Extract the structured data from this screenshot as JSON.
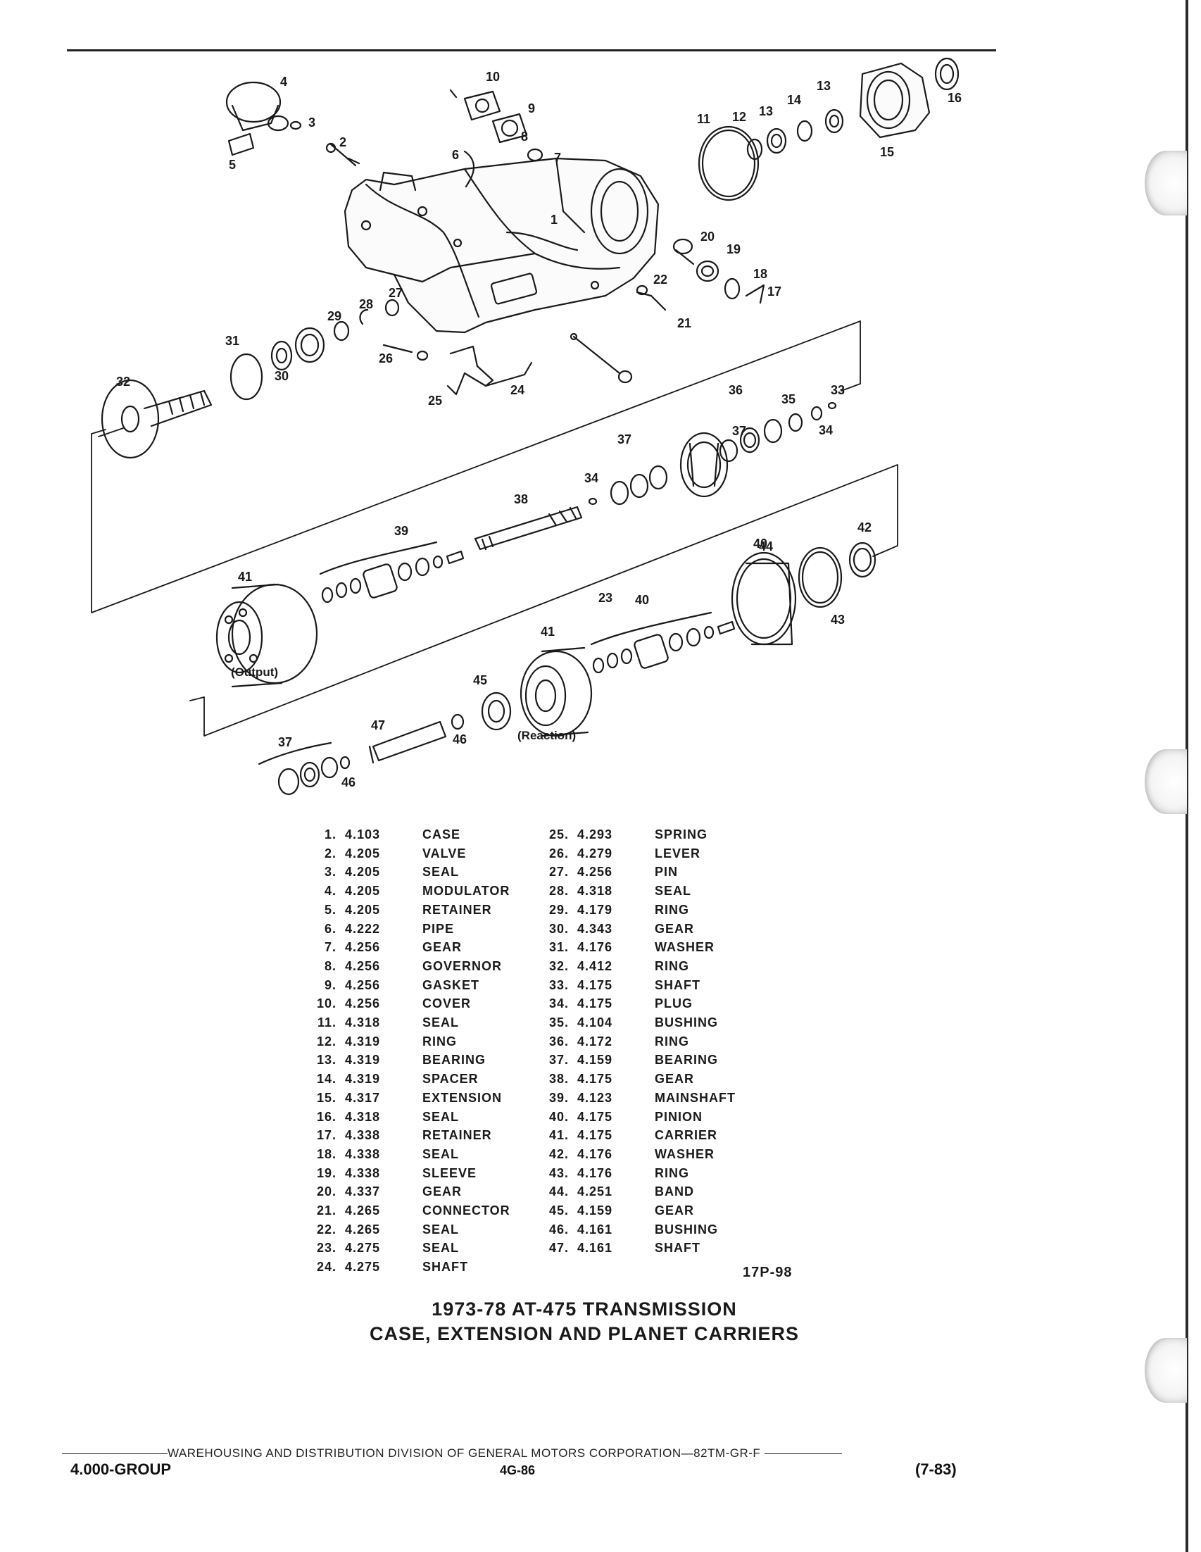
{
  "diagram": {
    "callouts": [
      "1",
      "2",
      "3",
      "4",
      "5",
      "6",
      "7",
      "8",
      "9",
      "10",
      "11",
      "12",
      "13",
      "13",
      "14",
      "15",
      "16",
      "17",
      "18",
      "19",
      "20",
      "21",
      "22",
      "23",
      "24",
      "25",
      "26",
      "27",
      "28",
      "29",
      "30",
      "31",
      "32",
      "33",
      "34",
      "34",
      "35",
      "36",
      "37",
      "37",
      "37",
      "38",
      "39",
      "40",
      "40",
      "41",
      "41",
      "42",
      "43",
      "44",
      "45",
      "46",
      "46",
      "47"
    ],
    "sublabels": {
      "output": "(Output)",
      "reaction": "(Reaction)"
    }
  },
  "parts_left": [
    {
      "no": "1.",
      "code": "4.103",
      "name": "CASE"
    },
    {
      "no": "2.",
      "code": "4.205",
      "name": "VALVE"
    },
    {
      "no": "3.",
      "code": "4.205",
      "name": "SEAL"
    },
    {
      "no": "4.",
      "code": "4.205",
      "name": "MODULATOR"
    },
    {
      "no": "5.",
      "code": "4.205",
      "name": "RETAINER"
    },
    {
      "no": "6.",
      "code": "4.222",
      "name": "PIPE"
    },
    {
      "no": "7.",
      "code": "4.256",
      "name": "GEAR"
    },
    {
      "no": "8.",
      "code": "4.256",
      "name": "GOVERNOR"
    },
    {
      "no": "9.",
      "code": "4.256",
      "name": "GASKET"
    },
    {
      "no": "10.",
      "code": "4.256",
      "name": "COVER"
    },
    {
      "no": "11.",
      "code": "4.318",
      "name": "SEAL"
    },
    {
      "no": "12.",
      "code": "4.319",
      "name": "RING"
    },
    {
      "no": "13.",
      "code": "4.319",
      "name": "BEARING"
    },
    {
      "no": "14.",
      "code": "4.319",
      "name": "SPACER"
    },
    {
      "no": "15.",
      "code": "4.317",
      "name": "EXTENSION"
    },
    {
      "no": "16.",
      "code": "4.318",
      "name": "SEAL"
    },
    {
      "no": "17.",
      "code": "4.338",
      "name": "RETAINER"
    },
    {
      "no": "18.",
      "code": "4.338",
      "name": "SEAL"
    },
    {
      "no": "19.",
      "code": "4.338",
      "name": "SLEEVE"
    },
    {
      "no": "20.",
      "code": "4.337",
      "name": "GEAR"
    },
    {
      "no": "21.",
      "code": "4.265",
      "name": "CONNECTOR"
    },
    {
      "no": "22.",
      "code": "4.265",
      "name": "SEAL"
    },
    {
      "no": "23.",
      "code": "4.275",
      "name": "SEAL"
    },
    {
      "no": "24.",
      "code": "4.275",
      "name": "SHAFT"
    }
  ],
  "parts_right": [
    {
      "no": "25.",
      "code": "4.293",
      "name": "SPRING"
    },
    {
      "no": "26.",
      "code": "4.279",
      "name": "LEVER"
    },
    {
      "no": "27.",
      "code": "4.256",
      "name": "PIN"
    },
    {
      "no": "28.",
      "code": "4.318",
      "name": "SEAL"
    },
    {
      "no": "29.",
      "code": "4.179",
      "name": "RING"
    },
    {
      "no": "30.",
      "code": "4.343",
      "name": "GEAR"
    },
    {
      "no": "31.",
      "code": "4.176",
      "name": "WASHER"
    },
    {
      "no": "32.",
      "code": "4.412",
      "name": "RING"
    },
    {
      "no": "33.",
      "code": "4.175",
      "name": "SHAFT"
    },
    {
      "no": "34.",
      "code": "4.175",
      "name": "PLUG"
    },
    {
      "no": "35.",
      "code": "4.104",
      "name": "BUSHING"
    },
    {
      "no": "36.",
      "code": "4.172",
      "name": "RING"
    },
    {
      "no": "37.",
      "code": "4.159",
      "name": "BEARING"
    },
    {
      "no": "38.",
      "code": "4.175",
      "name": "GEAR"
    },
    {
      "no": "39.",
      "code": "4.123",
      "name": "MAINSHAFT"
    },
    {
      "no": "40.",
      "code": "4.175",
      "name": "PINION"
    },
    {
      "no": "41.",
      "code": "4.175",
      "name": "CARRIER"
    },
    {
      "no": "42.",
      "code": "4.176",
      "name": "WASHER"
    },
    {
      "no": "43.",
      "code": "4.176",
      "name": "RING"
    },
    {
      "no": "44.",
      "code": "4.251",
      "name": "BAND"
    },
    {
      "no": "45.",
      "code": "4.159",
      "name": "GEAR"
    },
    {
      "no": "46.",
      "code": "4.161",
      "name": "BUSHING"
    },
    {
      "no": "47.",
      "code": "4.161",
      "name": "SHAFT"
    }
  ],
  "figure_code": "17P-98",
  "title_line1": "1973-78 AT-475 TRANSMISSION",
  "title_line2": "CASE, EXTENSION AND PLANET CARRIERS",
  "footer": {
    "division": "WAREHOUSING AND DISTRIBUTION  DIVISION OF GENERAL MOTORS CORPORATION—82TM-GR-F",
    "group": "4.000-GROUP",
    "page": "4G-86",
    "date": "(7-83)"
  }
}
